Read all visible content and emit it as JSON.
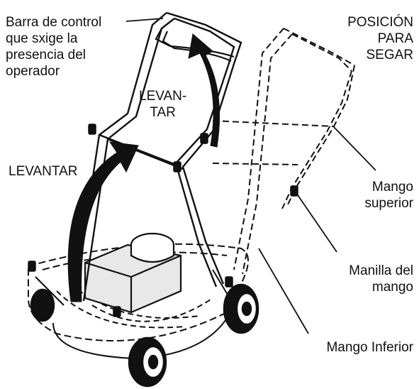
{
  "labels": {
    "control_bar": [
      "Barra de control",
      "que sxige la",
      "presencia del",
      "operador"
    ],
    "mowing_position": [
      "POSICIÓN",
      "PARA",
      "SEGAR"
    ],
    "lift_upper": [
      "LEVAN-",
      "TAR"
    ],
    "lift_left": "LEVANTAR",
    "upper_handle": [
      "Mango",
      "superior"
    ],
    "handle_knob": [
      "Manilla del",
      "mango"
    ],
    "lower_handle": "Mango Inferior"
  },
  "colors": {
    "ink": "#111111",
    "paper": "#ffffff",
    "engine_shade": "#e8e8e8",
    "arrow_fill": "#111111"
  }
}
